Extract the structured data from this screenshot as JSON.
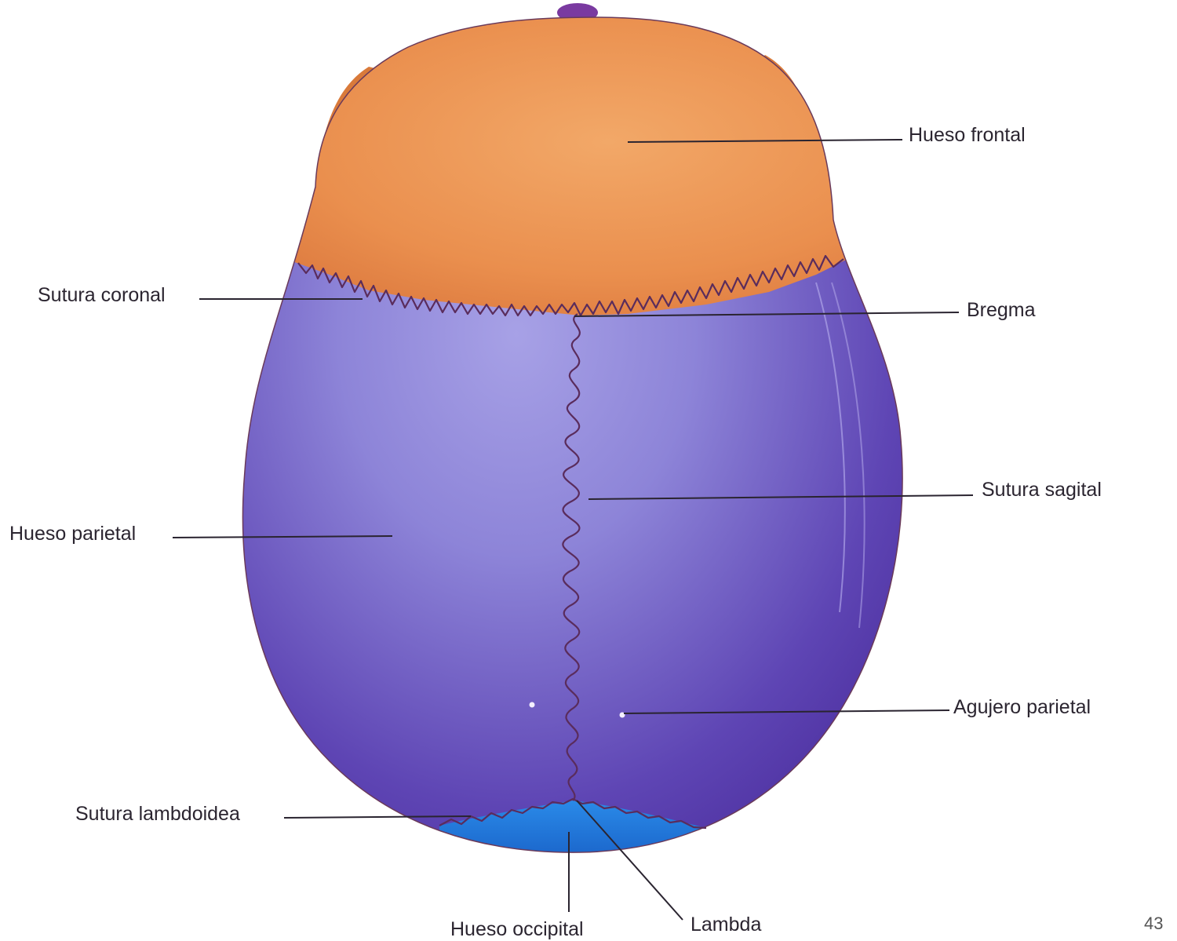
{
  "labels": {
    "hueso_frontal": "Hueso frontal",
    "sutura_coronal": "Sutura coronal",
    "bregma": "Bregma",
    "sutura_sagital": "Sutura sagital",
    "hueso_parietal": "Hueso parietal",
    "agujero_parietal": "Agujero parietal",
    "sutura_lambdoidea": "Sutura lambdoidea",
    "hueso_occipital": "Hueso occipital",
    "lambda": "Lambda"
  },
  "page_number": "43",
  "colors": {
    "frontal_bone": "#e8894a",
    "parietal_bone": "#5b3fb0",
    "parietal_highlight": "#9a92e0",
    "occipital_bone": "#1f6fd6",
    "suture_line": "#5a2c5c",
    "leader_line": "#2a2430"
  }
}
